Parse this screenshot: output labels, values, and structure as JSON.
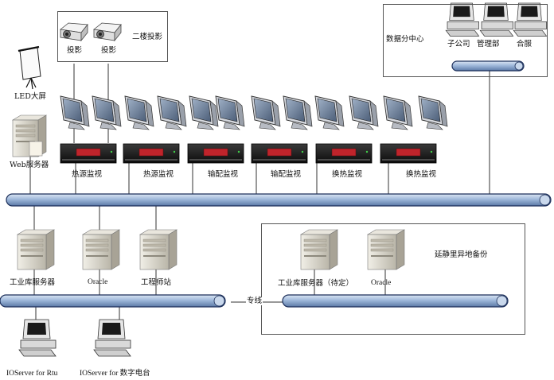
{
  "labels": {
    "projector_area": "二楼投影",
    "projector": "投影",
    "led_screen": "LED大屏",
    "web_server": "Web服务器",
    "data_center": "数据分中心",
    "subsidiary": "子公司",
    "management": "管理部",
    "customer_service": "合服",
    "heat_source_monitor": "热源监视",
    "distribution_monitor": "输配监视",
    "heat_exchange_monitor": "换热监视",
    "industrial_db_server": "工业库服务器",
    "oracle": "Oracle",
    "engineer_station": "工程师站",
    "dedicated_line": "专线",
    "remote_backup": "延静里异地备份",
    "industrial_db_server_tbd": "工业库服务器（待定）",
    "ioserver_rtu": "IOServer for Rtu",
    "ioserver_digital": "IOServer for 数字电台"
  },
  "monitor_groups": [
    {
      "label": "热源监视",
      "icon": "热源"
    },
    {
      "label": "热源监视",
      "icon": "热源"
    },
    {
      "label": "输配监视",
      "icon": "输配"
    },
    {
      "label": "输配监视",
      "icon": "输配"
    },
    {
      "label": "换热监视",
      "icon": "换热"
    },
    {
      "label": "换热监视",
      "icon": "换热"
    }
  ],
  "colors": {
    "bus_fill": "#9fb8da",
    "bus_stroke": "#1c2f5a",
    "server_body": "#d9d6cc",
    "monitor_screen": "#6d7f96",
    "rack_body": "#1c1c1c",
    "rack_display": "#c0242b"
  },
  "icons": {
    "server": "server-tower-icon",
    "monitor": "crt-monitor-icon",
    "projector": "projector-icon",
    "screen": "projection-screen-icon",
    "workstation": "desktop-computer-icon",
    "rack": "rack-host-icon"
  }
}
